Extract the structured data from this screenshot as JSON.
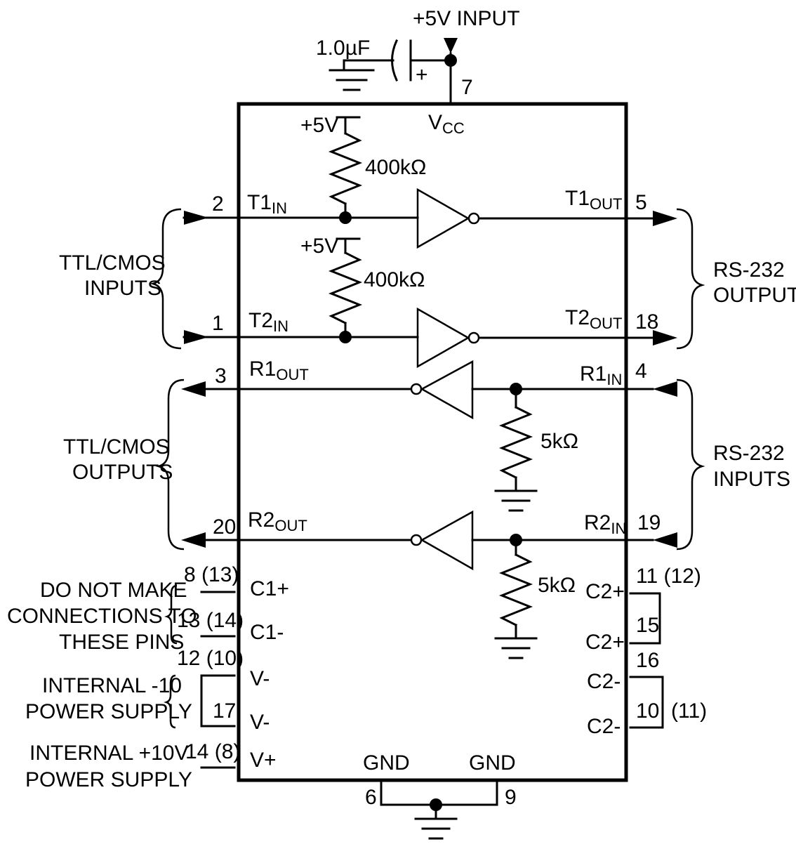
{
  "supply": {
    "input_label": "+5V INPUT",
    "vcc_main": "V",
    "vcc_sub": "CC",
    "vcc_pin": "7",
    "capacitor_label": "1.0µF",
    "capacitor_polarity": "+"
  },
  "pullups": [
    {
      "supply": "+5V",
      "value": "400kΩ"
    },
    {
      "supply": "+5V",
      "value": "400kΩ"
    }
  ],
  "drivers": [
    {
      "in_pin": "2",
      "in_main": "T1",
      "in_sub": "IN",
      "out_main": "T1",
      "out_sub": "OUT",
      "out_pin": "5"
    },
    {
      "in_pin": "1",
      "in_main": "T2",
      "in_sub": "IN",
      "out_main": "T2",
      "out_sub": "OUT",
      "out_pin": "18"
    }
  ],
  "receivers": [
    {
      "out_pin": "3",
      "out_main": "R1",
      "out_sub": "OUT",
      "in_main": "R1",
      "in_sub": "IN",
      "in_pin": "4",
      "resistor": "5kΩ"
    },
    {
      "out_pin": "20",
      "out_main": "R2",
      "out_sub": "OUT",
      "in_main": "R2",
      "in_sub": "IN",
      "in_pin": "19",
      "resistor": "5kΩ"
    }
  ],
  "groups": {
    "ttl_inputs": [
      "TTL/CMOS",
      "INPUTS"
    ],
    "ttl_outputs": [
      "TTL/CMOS",
      "OUTPUTS"
    ],
    "rs232_outputs": [
      "RS-232",
      "OUTPUTS"
    ],
    "rs232_inputs": [
      "RS-232",
      "INPUTS"
    ],
    "no_connect": [
      "DO NOT MAKE",
      "CONNECTIONS TO",
      "THESE PINS"
    ],
    "neg_supply": [
      "INTERNAL -10",
      "POWER SUPPLY"
    ],
    "pos_supply": [
      "INTERNAL +10V",
      "POWER SUPPLY"
    ]
  },
  "left_pins": [
    {
      "pin": "8 (13)",
      "name": "C1+"
    },
    {
      "pin": "13 (14)",
      "name": "C1-"
    },
    {
      "pin": "12 (10)",
      "name": "V-"
    },
    {
      "pin": "17",
      "name": "V-"
    },
    {
      "pin": "14 (8)",
      "name": "V+"
    }
  ],
  "right_pins": [
    {
      "pin": "11 (12)",
      "name": "C2+"
    },
    {
      "pin": "15",
      "name": "C2+"
    },
    {
      "pin": "16",
      "name": "C2-"
    },
    {
      "pin": "10",
      "name": "C2-"
    },
    {
      "pin": "(11)",
      "name": ""
    }
  ],
  "ground": {
    "left_label": "GND",
    "right_label": "GND",
    "left_pin": "6",
    "right_pin": "9"
  }
}
